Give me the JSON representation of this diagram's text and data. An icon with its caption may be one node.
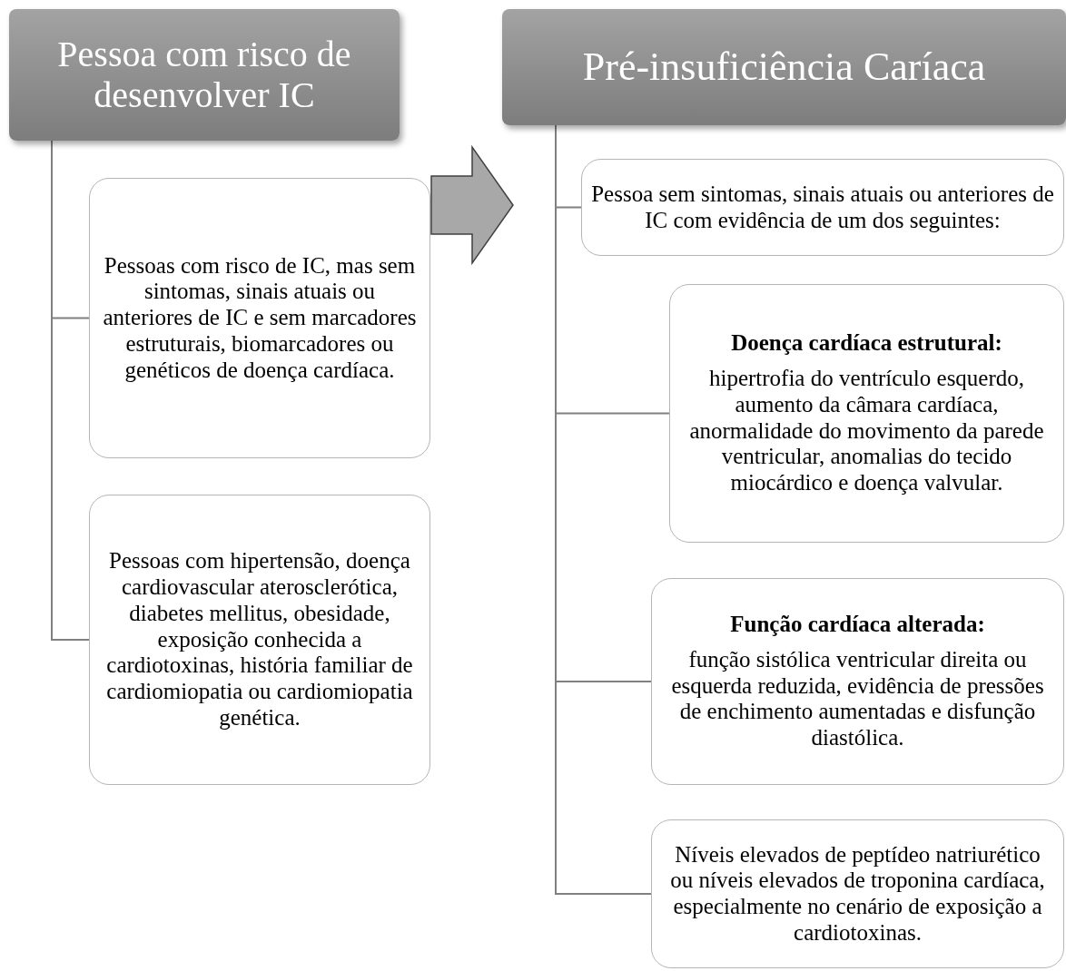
{
  "diagram": {
    "nodes": [
      {
        "text": [
          "Pessoa com risco de desenvolver IC"
        ]
      },
      {
        "text": [
          "Pessoas com risco de IC, mas sem sintomas, sinais atuais ou anteriores de IC e sem marcadores estruturais, biomarcadores ou genéticos de doença cardíaca."
        ]
      },
      {
        "text": [
          "Pessoas com hipertensão, doença cardiovascular aterosclerótica, diabetes mellitus, obesidade, exposição conhecida a cardiotoxinas, história familiar de cardiomiopatia ou cardiomiopatia genética."
        ]
      },
      {
        "text": [
          "Pré-insuficiência Caríaca"
        ]
      },
      {
        "text": [
          "Pessoa sem sintomas, sinais atuais ou anteriores de IC com evidência de um dos seguintes:"
        ]
      },
      {
        "text": [
          "Doença cardíaca estrutural:",
          "hipertrofia do ventrículo esquerdo, aumento da câmara cardíaca, anormalidade do movimento da parede ventricular, anomalias do tecido miocárdico e doença valvular."
        ]
      },
      {
        "text": [
          "Função cardíaca alterada:",
          "função sistólica ventricular direita ou esquerda reduzida, evidência de pressões de enchimento aumentadas e disfunção diastólica."
        ]
      },
      {
        "text": [
          "Níveis elevados de peptídeo natriurético ou níveis elevados de troponina cardíaca, especialmente no cenário de exposição a cardiotoxinas."
        ]
      }
    ],
    "edges": [
      {
        "from": 0,
        "to": 1,
        "arrow": "none"
      },
      {
        "from": 0,
        "to": 2,
        "arrow": "none"
      },
      {
        "from": 1,
        "to": 4,
        "arrow": "to",
        "style": "thick"
      },
      {
        "from": 3,
        "to": 4,
        "arrow": "none"
      },
      {
        "from": 3,
        "to": 5,
        "arrow": "none"
      },
      {
        "from": 3,
        "to": 6,
        "arrow": "none"
      },
      {
        "from": 3,
        "to": 7,
        "arrow": "none"
      }
    ]
  }
}
